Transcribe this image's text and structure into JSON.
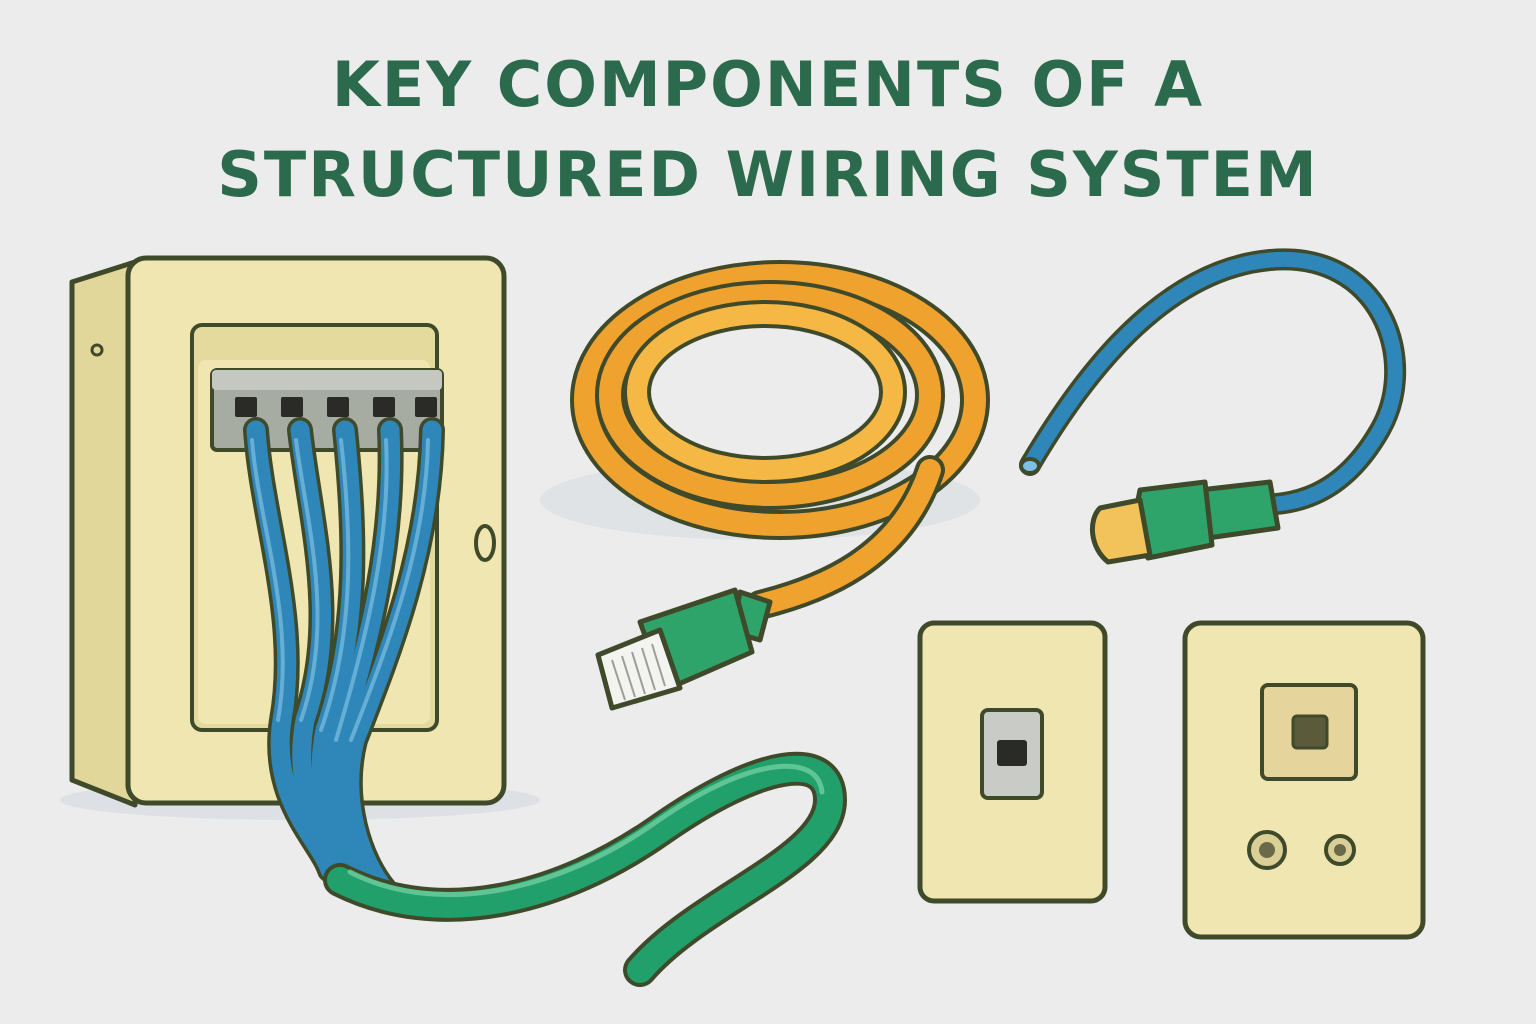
{
  "title": {
    "line1": "KEY COMPONENTS OF A",
    "line2": "STRUCTURED WIRING SYSTEM"
  },
  "colors": {
    "background": "#ececec",
    "title": "#2b6a4c",
    "outline": "#3f4a2a",
    "panel_cream": "#efe6b2",
    "blue_cable": "#2f86b8",
    "green_cable": "#22a06b",
    "orange_cable": "#f0a22e",
    "connector_green": "#2ea36a",
    "coax_tip": "#f2c35a"
  },
  "components": [
    {
      "name": "distribution-panel",
      "icon": "wall-enclosure-icon"
    },
    {
      "name": "cable-spool",
      "icon": "coiled-cable-icon"
    },
    {
      "name": "coaxial-cable",
      "icon": "coax-connector-icon"
    },
    {
      "name": "single-jack-wall-plate",
      "icon": "rj45-wall-jack-icon"
    },
    {
      "name": "multi-port-wall-plate",
      "icon": "multimedia-outlet-icon"
    }
  ]
}
